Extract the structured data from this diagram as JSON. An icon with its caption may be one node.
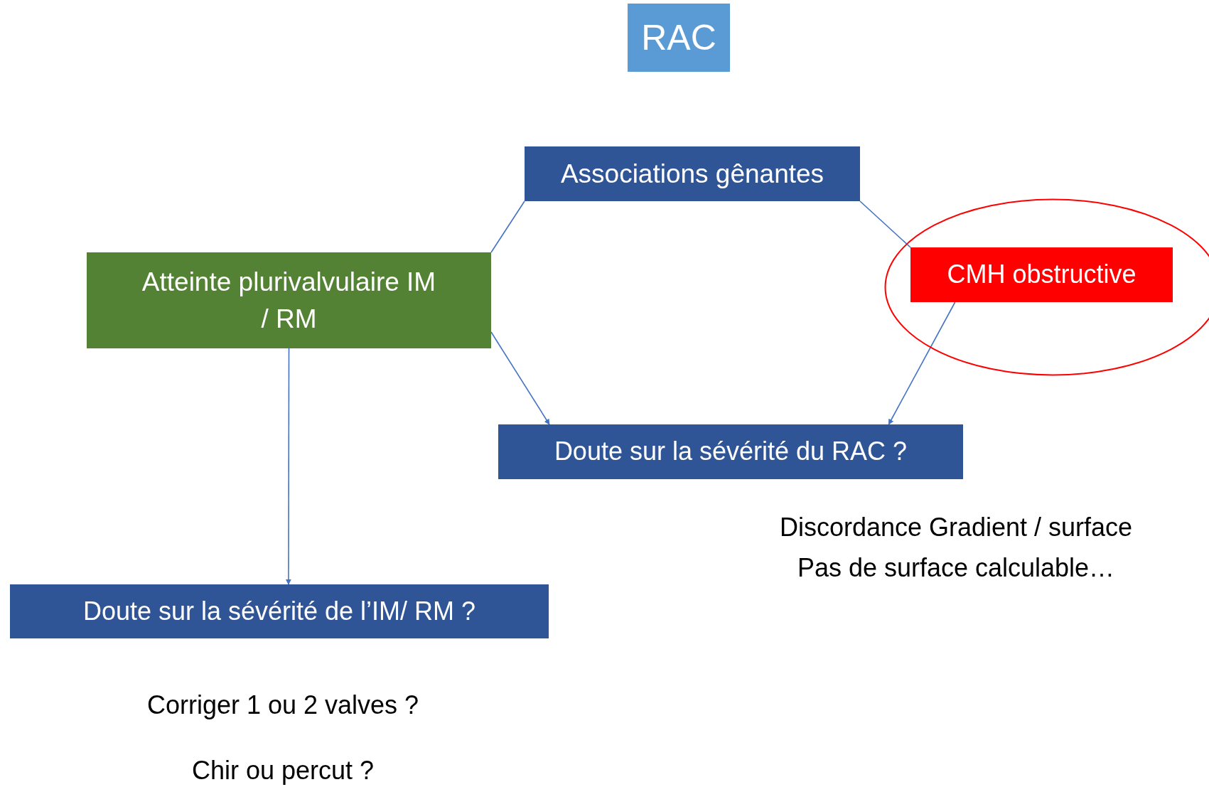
{
  "diagram": {
    "nodes": [
      {
        "text": [
          "RAC"
        ]
      },
      {
        "text": [
          "Associations gênantes"
        ]
      },
      {
        "text": [
          "Atteinte plurivalvulaire IM / RM"
        ]
      },
      {
        "text": [],
        "shape": "circle"
      },
      {
        "text": [
          "CMH obstructive"
        ],
        "in": 3
      },
      {
        "text": [
          "Doute sur la sévérité du RAC ?"
        ]
      },
      {
        "text": [
          "Doute sur la sévérité de l’IM/ RM ?"
        ]
      }
    ],
    "edges": [
      {
        "from": 1,
        "to": 2,
        "arrow": "none"
      },
      {
        "from": 1,
        "to": 4,
        "arrow": "none"
      },
      {
        "from": 2,
        "to": 5,
        "arrow": "to"
      },
      {
        "from": 4,
        "to": 5,
        "arrow": "to"
      },
      {
        "from": 2,
        "to": 6,
        "arrow": "to"
      }
    ],
    "labels": [
      "Discordance Gradient / surface",
      "Pas de surface calculable…",
      "Corriger 1 ou 2 valves ?",
      "Chir ou percut ?"
    ]
  }
}
